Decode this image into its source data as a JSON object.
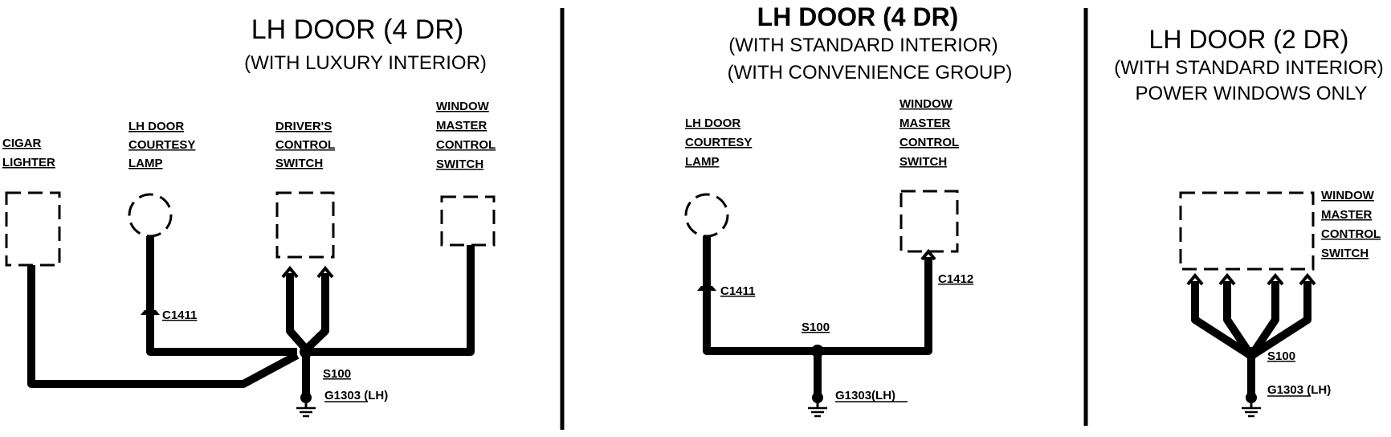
{
  "panel1": {
    "title": "LH DOOR (4 DR)",
    "subtitle": "(WITH LUXURY INTERIOR)",
    "cigar_lighter": [
      "CIGAR",
      "LIGHTER"
    ],
    "courtesy_lamp": [
      "LH DOOR",
      "COURTESY",
      "LAMP"
    ],
    "drivers_switch": [
      "DRIVER'S",
      "CONTROL",
      "SWITCH"
    ],
    "window_switch": [
      "WINDOW",
      "MASTER",
      "CONTROL",
      "SWITCH"
    ],
    "connector": "C1411",
    "splice": "S100",
    "ground": "G1303 (LH)"
  },
  "panel2": {
    "title": "LH DOOR (4 DR)",
    "subtitle1": "(WITH STANDARD INTERIOR)",
    "subtitle2": "(WITH CONVENIENCE GROUP)",
    "courtesy_lamp": [
      "LH DOOR",
      "COURTESY",
      "LAMP"
    ],
    "window_switch": [
      "WINDOW",
      "MASTER",
      "CONTROL",
      "SWITCH"
    ],
    "connector_lamp": "C1411",
    "connector_switch": "C1412",
    "splice": "S100",
    "ground": "G1303(LH)"
  },
  "panel3": {
    "title": "LH DOOR (2 DR)",
    "subtitle1": "(WITH STANDARD INTERIOR)",
    "subtitle2": "POWER WINDOWS ONLY",
    "window_switch": [
      "WINDOW",
      "MASTER",
      "CONTROL",
      "SWITCH"
    ],
    "splice": "S100",
    "ground": "G1303 (LH)"
  }
}
